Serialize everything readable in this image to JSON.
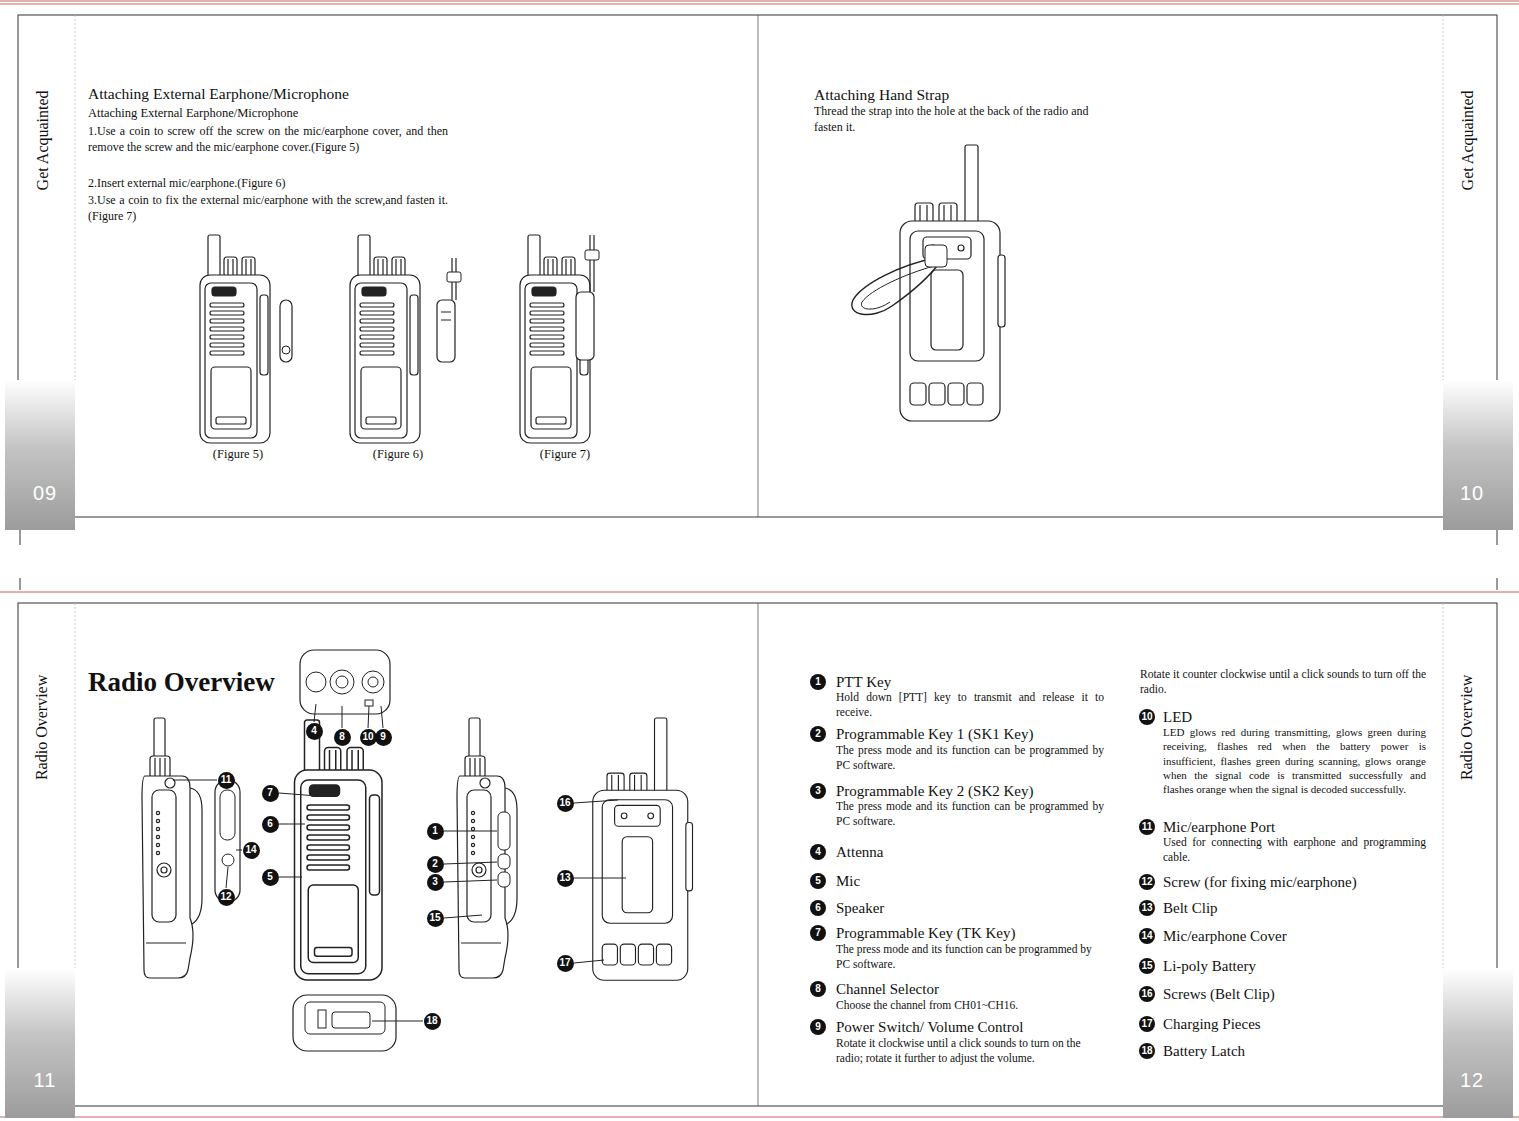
{
  "diagram": {
    "nodes": [
      {
        "text": [
          "1"
        ]
      },
      {
        "text": [
          "2"
        ]
      },
      {
        "text": [
          "3"
        ]
      },
      {
        "text": [
          "4"
        ]
      },
      {
        "text": [
          "5"
        ]
      },
      {
        "text": [
          "6"
        ]
      },
      {
        "text": [
          "7"
        ]
      },
      {
        "text": [
          "8"
        ]
      },
      {
        "text": [
          "9"
        ]
      },
      {
        "text": [
          "10"
        ]
      },
      {
        "text": [
          "11"
        ]
      },
      {
        "text": [
          "12"
        ]
      },
      {
        "text": [
          "13"
        ]
      },
      {
        "text": [
          "14"
        ]
      },
      {
        "text": [
          "15"
        ]
      },
      {
        "text": [
          "16"
        ]
      },
      {
        "text": [
          "17"
        ]
      },
      {
        "text": [
          "18"
        ]
      },
      {
        "text": [
          "1"
        ]
      },
      {
        "text": [
          "2"
        ]
      },
      {
        "text": [
          "3"
        ]
      },
      {
        "text": [
          "4"
        ]
      },
      {
        "text": [
          "5"
        ]
      },
      {
        "text": [
          "6"
        ]
      },
      {
        "text": [
          "7"
        ]
      },
      {
        "text": [
          "8"
        ]
      },
      {
        "text": [
          "9"
        ]
      },
      {
        "text": [
          "10"
        ]
      },
      {
        "text": [
          "11"
        ]
      },
      {
        "text": [
          "12"
        ]
      },
      {
        "text": [
          "13"
        ]
      },
      {
        "text": [
          "14"
        ]
      },
      {
        "text": [
          "15"
        ]
      },
      {
        "text": [
          "16"
        ]
      },
      {
        "text": [
          "17"
        ]
      },
      {
        "text": [
          "18"
        ]
      }
    ],
    "labels": [
      "Get Acquainted",
      "Attaching External Earphone/Microphone",
      "Attaching External Earphone/Microphone",
      "1.Use a coin to screw off the screw on the mic/earphone cover, and then remove the screw and the mic/earphone cover.(Figure 5)",
      "2.Insert external mic/earphone.(Figure 6)",
      "3.Use a coin to fix the external mic/earphone with the screw,and fasten it.(Figure 7)",
      "(Figure 5)",
      "(Figure 6)",
      "(Figure 7)",
      "09",
      "Attaching Hand Strap",
      "Thread the strap into the hole at the back of the radio and fasten it.",
      "Get Acquainted",
      "10",
      "Radio Overview",
      "Radio Overview",
      "11",
      "PTT Key",
      "Hold down [PTT] key to transmit and release it to receive.",
      "Programmable Key 1 (SK1 Key)",
      "The press mode and its function can be programmed by PC software.",
      "Programmable Key 2 (SK2 Key)",
      "The press mode and its function can be programmed by PC software.",
      "Attenna",
      "Mic",
      "Speaker",
      "Programmable Key (TK Key)",
      "The press mode and its function can be programmed by PC software.",
      "Channel Selector",
      "Choose the channel from CH01~CH16.",
      "Power Switch/ Volume Control",
      "Rotate it clockwise until a click sounds to turn on the radio; rotate it further to adjust the volume.",
      "Rotate it counter clockwise until a click sounds to turn off the radio.",
      "LED",
      "LED glows red during transmitting, glows green during receiving, flashes red when the battery power is insufficient, flashes green during scanning, glows orange when the signal code is transmitted successfully and flashes orange when the signal is decoded successfully.",
      "Mic/earphone Port",
      "Used for connecting with earphone and programming cable.",
      "Screw (for fixing mic/earphone)",
      "Belt Clip",
      "Mic/earphone Cover",
      "Li-poly Battery",
      "Screws (Belt Clip)",
      "Charging Pieces",
      "Battery Latch",
      "Radio Overview",
      "12"
    ]
  }
}
